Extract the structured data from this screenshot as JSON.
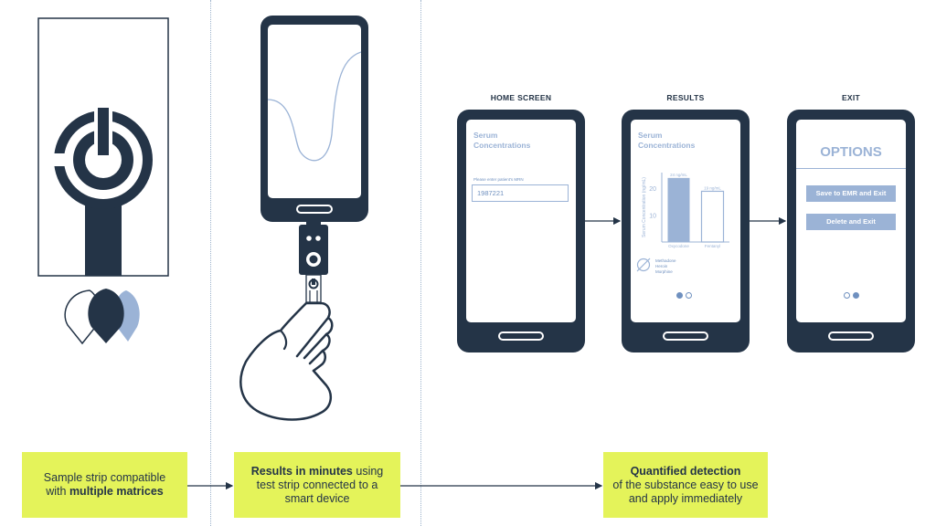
{
  "captions": {
    "strip": {
      "pre": "Sample strip compatible with ",
      "bold": "multiple matrices",
      "post": ""
    },
    "device": {
      "bold": "Results in minutes",
      "rest": " using test strip connected to a smart device"
    },
    "detection": {
      "bold": "Quantified detection",
      "rest": "of the substance easy to use and apply immediately"
    }
  },
  "phones": {
    "home": {
      "label": "HOME SCREEN",
      "title_line1": "Serum",
      "title_line2": "Concentrations",
      "field_label": "Please enter patient's MRN",
      "field_value": "1987221"
    },
    "results": {
      "label": "RESULTS",
      "title_line1": "Serum",
      "title_line2": "Concentrations",
      "substances": [
        "Methadone",
        "Heroin",
        "Morphine"
      ]
    },
    "exit": {
      "label": "EXIT",
      "title": "OPTIONS",
      "buttons": [
        "Save to EMR and Exit",
        "Delete and Exit"
      ]
    }
  },
  "chart_data": {
    "type": "bar",
    "categories": [
      "Oxycodone",
      "Fentanyl"
    ],
    "values": [
      24,
      19
    ],
    "data_labels": [
      "24 ng/mL",
      "19 ng/mL"
    ],
    "ylabel": "Serum Concentration (ng/mL)",
    "yticks": [
      10,
      20
    ],
    "ylim": [
      0,
      26
    ],
    "colors": [
      "#9bb3d6",
      "#ffffff"
    ]
  },
  "colors": {
    "navy": "#243447",
    "accent_blue": "#9bb3d6",
    "highlight": "#e4f35a"
  }
}
